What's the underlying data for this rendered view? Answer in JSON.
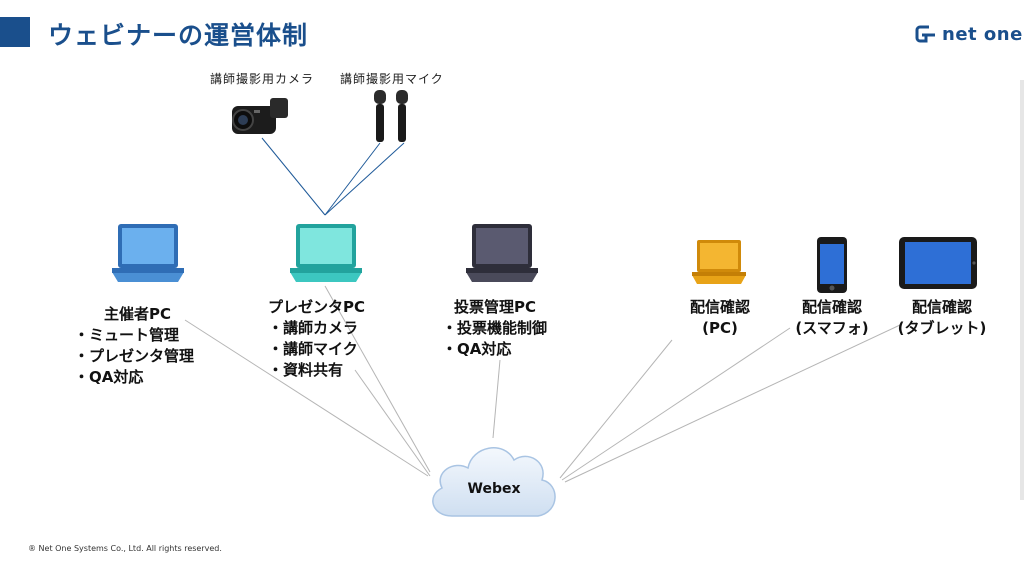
{
  "header": {
    "title": "ウェビナーの運営体制",
    "logo_text": "net one",
    "accent": "#1a4f8c"
  },
  "devices": {
    "camera_label": "講師撮影用カメラ",
    "mic_label": "講師撮影用マイク",
    "camera_icon": "video-camera-icon",
    "mic_icon": "microphone-icon"
  },
  "roles": {
    "host": {
      "title": "主催者PC",
      "items": [
        "・ミュート管理",
        "・プレゼンタ管理",
        "・QA対応"
      ],
      "color": "#4a8fd4"
    },
    "presenter": {
      "title": "プレゼンタPC",
      "items": [
        "・講師カメラ",
        "・講師マイク",
        "・資料共有"
      ],
      "color": "#3cc7c0"
    },
    "vote": {
      "title": "投票管理PC",
      "items": [
        "・投票機能制御",
        "・QA対応"
      ],
      "color": "#4a4a5a"
    },
    "check_pc": {
      "line1": "配信確認",
      "line2": "(PC)",
      "color": "#e8a317"
    },
    "check_phone": {
      "line1": "配信確認",
      "line2": "(スマフォ)",
      "color": "#2e6fd6"
    },
    "check_tablet": {
      "line1": "配信確認",
      "line2": "(タブレット)",
      "color": "#2e6fd6"
    }
  },
  "cloud": {
    "label": "Webex",
    "color": "#dde9f6"
  },
  "footer": {
    "copyright": "® Net One Systems Co., Ltd. All rights reserved."
  }
}
